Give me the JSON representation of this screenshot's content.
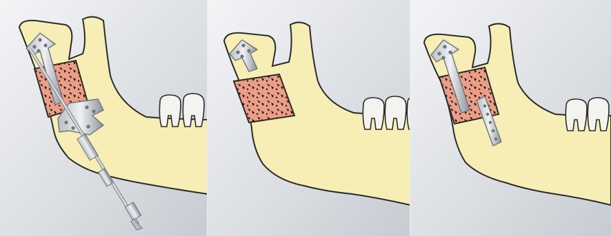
{
  "figure": {
    "panels": [
      {
        "id": "panel-1",
        "stage": "distraction-device-with-activation-rod"
      },
      {
        "id": "panel-2",
        "stage": "regenerate-with-transport-plate-only"
      },
      {
        "id": "panel-3",
        "stage": "transport-plate-with-fixation-plate"
      }
    ],
    "colors": {
      "background_light": "#eef0f2",
      "background_dark": "#c9ced4",
      "bone": "#f6eeb4",
      "bone_outline": "#2a2a2a",
      "regenerate": "#ec9e86",
      "regenerate_pores": "#1a1410",
      "tooth": "#f3f3f0",
      "metal_light": "#d9dde1",
      "metal_dark": "#8b9097"
    }
  }
}
